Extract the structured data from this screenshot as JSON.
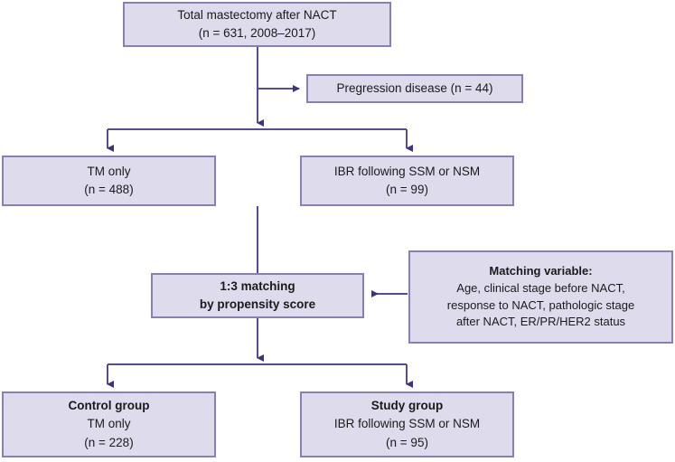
{
  "diagram": {
    "type": "flowchart",
    "title": "Study population selection flow diagram",
    "colors": {
      "node_fill": "#dedcec",
      "node_border": "#8a7fb5",
      "connector": "#4a3f8f",
      "text": "#1a1a1a",
      "background": "#ffffff"
    },
    "nodes": {
      "total": {
        "name": "total-mastectomy-node",
        "line1": "Total mastectomy after NACT",
        "line2": "(n = 631, 2008–2017)"
      },
      "progression": {
        "name": "progression-disease-node",
        "line1": "Pregression disease (n = 44)"
      },
      "tm_only": {
        "name": "tm-only-node",
        "line1": "TM only",
        "line2": "(n = 488)"
      },
      "ibr": {
        "name": "ibr-node",
        "line1": "IBR following SSM or NSM",
        "line2": "(n = 99)"
      },
      "matching": {
        "name": "matching-node",
        "line1": "1:3 matching",
        "line2": "by propensity score"
      },
      "variables": {
        "name": "matching-variable-node",
        "line1": "Matching variable:",
        "line2": "Age, clinical stage before NACT,",
        "line3": "response to NACT, pathologic stage",
        "line4": "after NACT, ER/PR/HER2 status"
      },
      "control": {
        "name": "control-group-node",
        "line1": "Control group",
        "line2": "TM only",
        "line3": "(n = 228)"
      },
      "study": {
        "name": "study-group-node",
        "line1": "Study group",
        "line2": "IBR following SSM or NSM",
        "line3": "(n = 95)"
      }
    },
    "edges": [
      {
        "name": "total-to-progression",
        "from": "total",
        "to": "progression"
      },
      {
        "name": "total-to-split",
        "from": "total",
        "to": "split-1"
      },
      {
        "name": "split-to-tm-only",
        "from": "split-1",
        "to": "tm_only"
      },
      {
        "name": "split-to-ibr",
        "from": "split-1",
        "to": "ibr"
      },
      {
        "name": "tm-only-to-matching",
        "from": "tm_only",
        "to": "matching"
      },
      {
        "name": "variables-to-matching",
        "from": "variables",
        "to": "matching"
      },
      {
        "name": "matching-to-split",
        "from": "matching",
        "to": "split-2"
      },
      {
        "name": "split-to-control",
        "from": "split-2",
        "to": "control"
      },
      {
        "name": "split-to-study",
        "from": "split-2",
        "to": "study"
      }
    ]
  }
}
